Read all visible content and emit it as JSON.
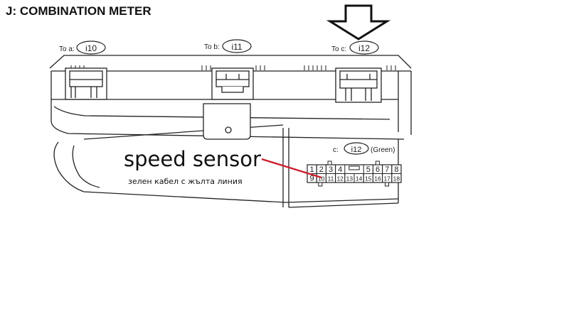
{
  "title": "J:  COMBINATION METER",
  "connectors": [
    {
      "prefix": "To a:",
      "id": "i10"
    },
    {
      "prefix": "To b:",
      "id": "i11"
    },
    {
      "prefix": "To c:",
      "id": "i12"
    }
  ],
  "pinout": {
    "prefix": "c:",
    "id": "i12",
    "color": "(Green)",
    "top_row": [
      "1",
      "2",
      "3",
      "4",
      "",
      "5",
      "6",
      "7",
      "8"
    ],
    "bottom_row": [
      "9",
      "10",
      "11",
      "12",
      "13",
      "14",
      "15",
      "16",
      "17",
      "18"
    ]
  },
  "annotation": {
    "main": "speed sensor",
    "sub": "зелен кабел с жълта линия",
    "line_color": "#cc1f2d"
  },
  "icons": [
    "down-arrow-icon"
  ]
}
